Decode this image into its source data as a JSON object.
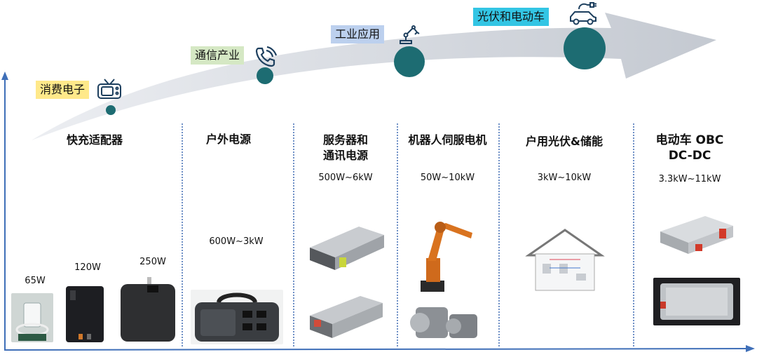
{
  "stages": [
    {
      "label": "消费电子",
      "bg": "#ffe98a",
      "icon": "tv-icon"
    },
    {
      "label": "通信产业",
      "bg": "#d5e8c4",
      "icon": "phone-icon"
    },
    {
      "label": "工业应用",
      "bg": "#bcd0ee",
      "icon": "robot-arm-icon"
    },
    {
      "label": "光伏和电动车",
      "bg": "#33c5e4",
      "icon": "electric-car-icon"
    }
  ],
  "columns": [
    {
      "title": "快充适配器",
      "power": ""
    },
    {
      "title": "户外电源",
      "power": "600W~3kW"
    },
    {
      "title_lines": [
        "服务器和",
        "通讯电源"
      ],
      "power": "500W~6kW"
    },
    {
      "title": "机器人伺服电机",
      "power": "50W~10kW"
    },
    {
      "title": "户用光伏&储能",
      "power": "3kW~10kW"
    },
    {
      "title_lines": [
        "电动车 OBC",
        "DC-DC"
      ],
      "power": "3.3kW~11kW"
    }
  ],
  "adapters": [
    {
      "power": "65W"
    },
    {
      "power": "120W"
    },
    {
      "power": "250W"
    }
  ],
  "colors": {
    "arrow": "#d4d8df",
    "circle": "#1d6c72",
    "axis": "#3f6fb8",
    "separator": "#6f90c6"
  }
}
